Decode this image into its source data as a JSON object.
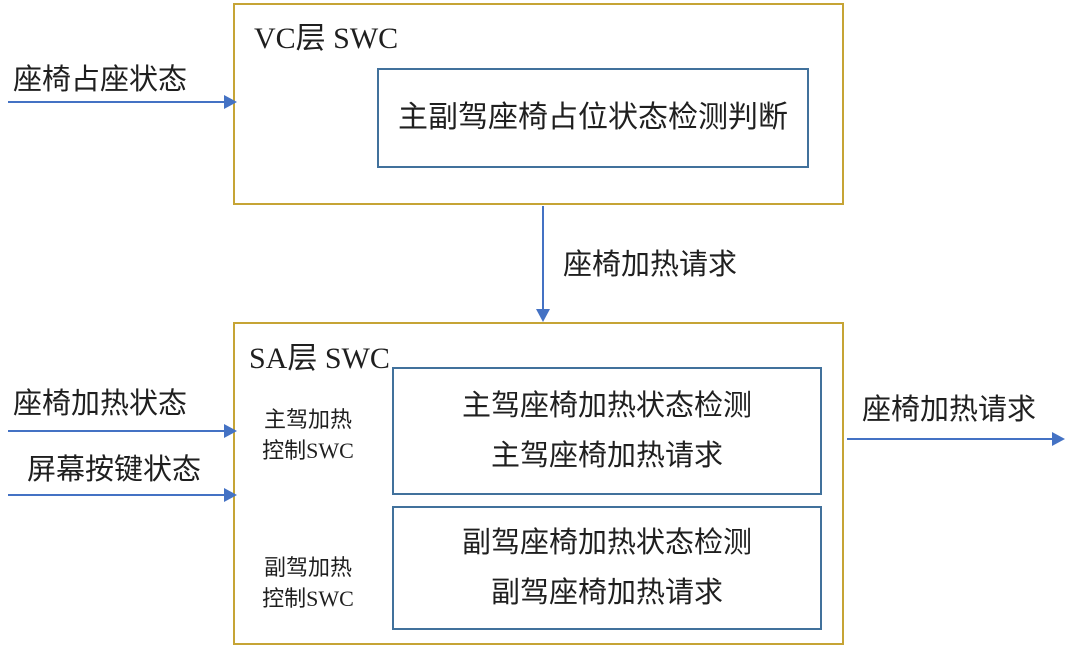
{
  "colors": {
    "outer_border": "#C6A435",
    "inner_border": "#41719C",
    "arrow": "#4472C4",
    "text": "#1F1F1F"
  },
  "vc": {
    "title": "VC层 SWC",
    "process": "主副驾座椅占位状态检测判断"
  },
  "sa": {
    "title": "SA层 SWC",
    "driver": {
      "label_line1": "主驾加热",
      "label_line2": "控制SWC",
      "line1": "主驾座椅加热状态检测",
      "line2": "主驾座椅加热请求"
    },
    "passenger": {
      "label_line1": "副驾加热",
      "label_line2": "控制SWC",
      "line1": "副驾座椅加热状态检测",
      "line2": "副驾座椅加热请求"
    }
  },
  "arrows": {
    "seat_occupancy_status": "座椅占座状态",
    "seat_heating_request_vc_to_sa": "座椅加热请求",
    "seat_heating_status": "座椅加热状态",
    "screen_button_status": "屏幕按键状态",
    "seat_heating_request_out": "座椅加热请求"
  }
}
